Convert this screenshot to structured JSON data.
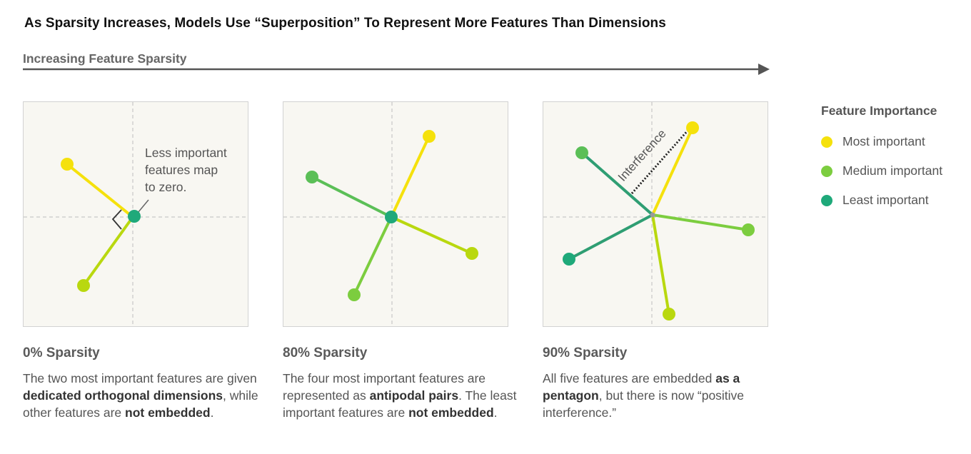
{
  "title": "As Sparsity Increases, Models Use “Superposition” To Represent More Features Than Dimensions",
  "axis_label": "Increasing Feature Sparsity",
  "colors": {
    "most_important": "#f5e10c",
    "medium_important": "#7ccd3f",
    "least_important": "#1fa97a",
    "line_medium_light": "#b9d80f",
    "line_green": "#5bbf57",
    "line_teal": "#2f9e73"
  },
  "legend": {
    "title": "Feature Importance",
    "items": [
      {
        "label": "Most important",
        "color": "#f5e10c"
      },
      {
        "label": "Medium important",
        "color": "#7ccd3f"
      },
      {
        "label": "Least important",
        "color": "#1fa97a"
      }
    ]
  },
  "panels": [
    {
      "caption_title": "0% Sparsity",
      "caption_html_parts": [
        {
          "text": "The two most important features are given ",
          "bold": false
        },
        {
          "text": "dedicated orthogonal dimensions",
          "bold": true
        },
        {
          "text": ", while other features are ",
          "bold": false
        },
        {
          "text": "not embedded",
          "bold": true
        },
        {
          "text": ".",
          "bold": false
        }
      ],
      "annotation": [
        "Less important",
        "features map",
        "to zero."
      ]
    },
    {
      "caption_title": "80% Sparsity",
      "caption_html_parts": [
        {
          "text": "The four most important features are represented as ",
          "bold": false
        },
        {
          "text": "antipodal pairs",
          "bold": true
        },
        {
          "text": ". The least important features are ",
          "bold": false
        },
        {
          "text": "not embedded",
          "bold": true
        },
        {
          "text": ".",
          "bold": false
        }
      ]
    },
    {
      "caption_title": "90% Sparsity",
      "caption_html_parts": [
        {
          "text": "All five features are embedded ",
          "bold": false
        },
        {
          "text": "as a pentagon",
          "bold": true
        },
        {
          "text": ", but there is now “positive interference.”",
          "bold": false
        }
      ],
      "interference_label": "Interference"
    }
  ]
}
